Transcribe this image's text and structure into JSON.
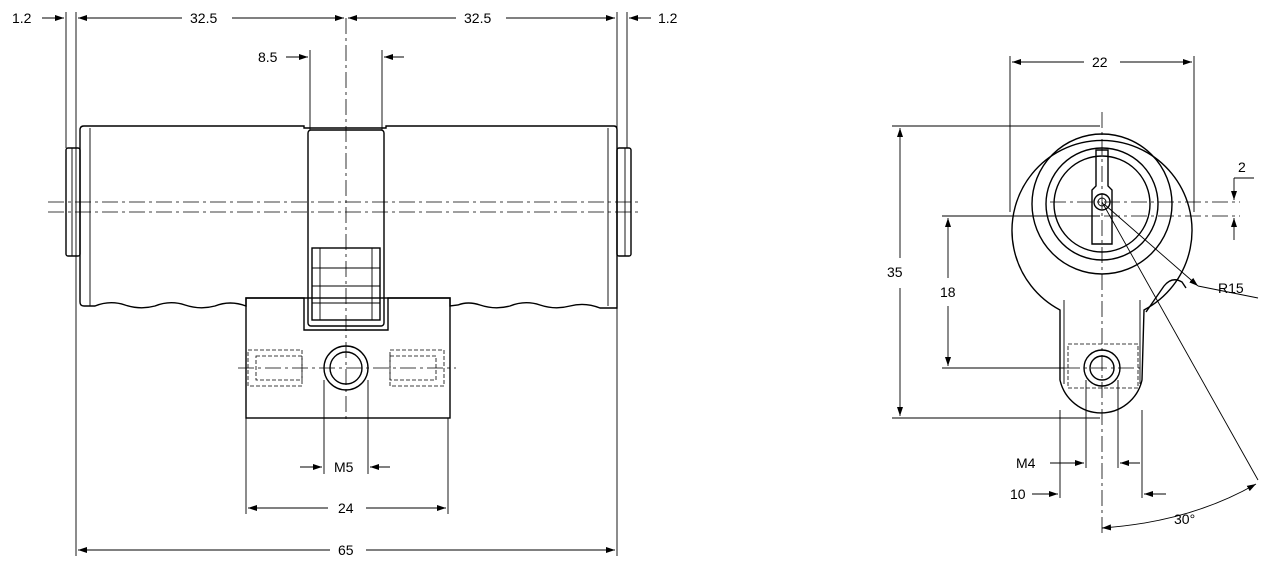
{
  "front_view": {
    "dim_left_collar": "1.2",
    "dim_left_half": "32.5",
    "dim_right_half": "32.5",
    "dim_right_collar": "1.2",
    "dim_cam_width": "8.5",
    "dim_screw_thread": "M5",
    "dim_web_width": "24",
    "dim_total_length": "65"
  },
  "side_view": {
    "dim_diameter": "22",
    "dim_key_offset": "2",
    "dim_radius": "R15",
    "dim_height": "35",
    "dim_center_distance": "18",
    "dim_bottom_thread": "M4",
    "dim_bottom_width": "10",
    "dim_angle": "30°"
  }
}
